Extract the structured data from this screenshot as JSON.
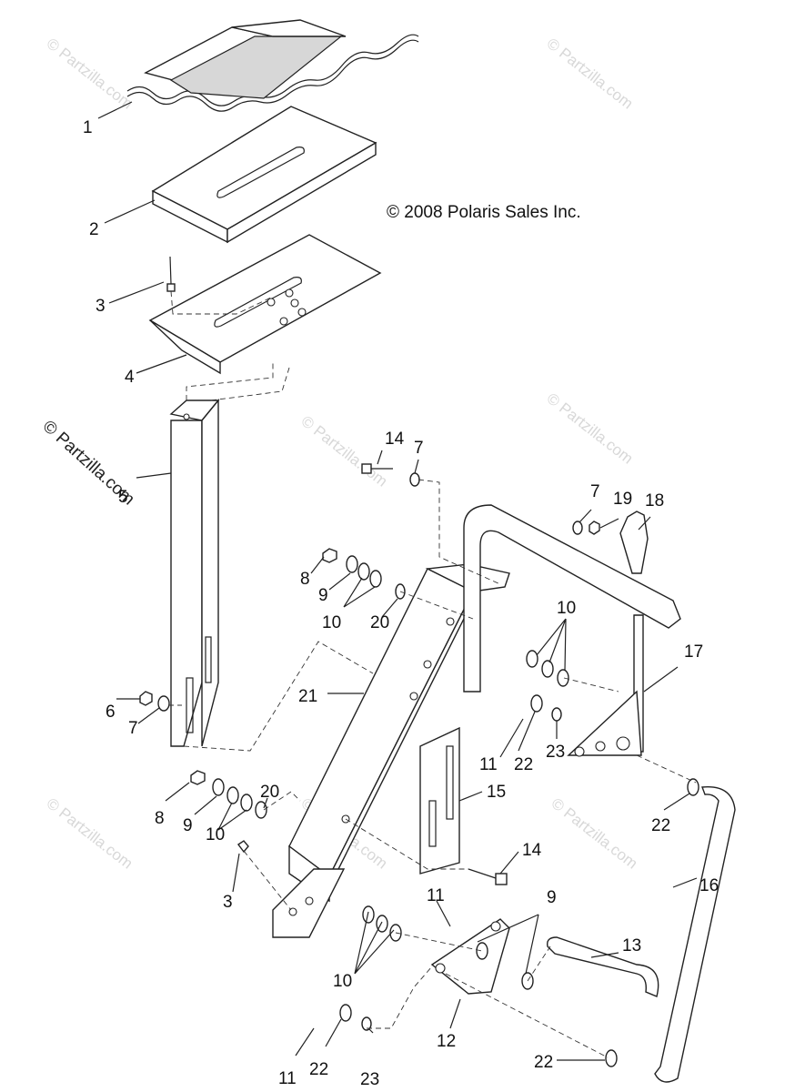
{
  "copyright": "© 2008 Polaris Sales Inc.",
  "watermark": "© Partzilla.com",
  "part_labels": {
    "p1": "1",
    "p2": "2",
    "p3a": "3",
    "p3b": "3",
    "p4": "4",
    "p5": "5",
    "p6": "6",
    "p7a": "7",
    "p7b": "7",
    "p7c": "7",
    "p8a": "8",
    "p8b": "8",
    "p9a": "9",
    "p9b": "9",
    "p9c": "9",
    "p10a": "10",
    "p10b": "10",
    "p10c": "10",
    "p10d": "10",
    "p11a": "11",
    "p11b": "11",
    "p11c": "11",
    "p12": "12",
    "p13": "13",
    "p14a": "14",
    "p14b": "14",
    "p15": "15",
    "p16": "16",
    "p17": "17",
    "p18": "18",
    "p19": "19",
    "p20a": "20",
    "p20b": "20",
    "p21": "21",
    "p22a": "22",
    "p22b": "22",
    "p22c": "22",
    "p22d": "22",
    "p23a": "23",
    "p23b": "23"
  }
}
